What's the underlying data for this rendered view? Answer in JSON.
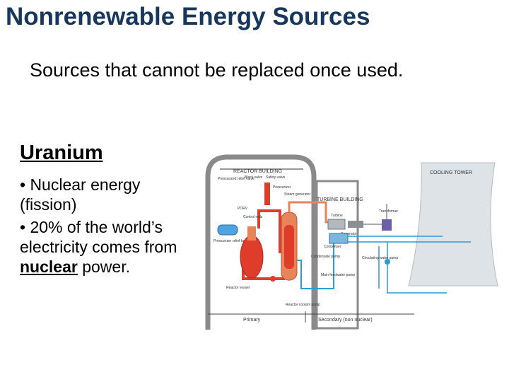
{
  "slide": {
    "title": "Nonrenewable Energy Sources",
    "subtitle": "Sources that cannot be replaced once used."
  },
  "left": {
    "heading": "Uranium",
    "bullet1": "• Nuclear energy (fission)",
    "bullet2_pre": "• 20% of the world’s electricity comes from ",
    "bullet2_bold": "nuclear",
    "bullet2_post": " power."
  },
  "diagram": {
    "labels": {
      "reactor_building": "REACTOR BUILDING",
      "turbine_building": "TURBINE BUILDING",
      "cooling_tower": "COOLING TOWER",
      "pressurized_relief": "Pressurized relief valve",
      "block_valve": "Block valve",
      "safety_valve": "Safety valve",
      "pressurizer": "Pressurizer",
      "steam_generator": "Steam generator",
      "porv": "PORV",
      "control_rods": "Control rods",
      "pressurizer_relief_tank": "Pressurizer relief tank",
      "reactor_vessel": "Reactor vessel",
      "turbine": "Turbine",
      "generator": "Generator",
      "transformer": "Transformer",
      "condenser": "Condenser",
      "condensate_pump": "Condensate pump",
      "circulating_water_pump": "Circulating water pump",
      "main_feedwater_pump": "Main feedwater pump",
      "reactor_coolant_pump": "Reactor coolant pump",
      "primary": "Primary",
      "secondary": "Secondary (non nuclear)"
    }
  }
}
